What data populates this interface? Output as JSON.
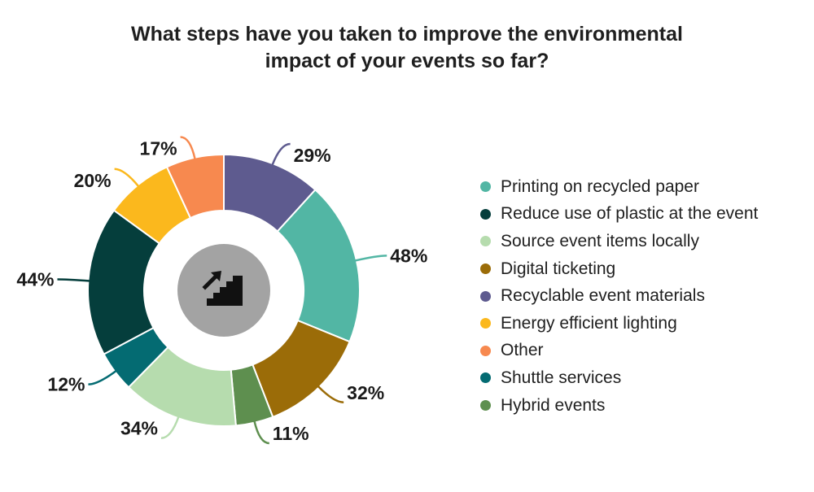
{
  "chart_data": {
    "type": "pie",
    "variant": "donut",
    "title": "What steps have you taken to improve the environmental impact of your events so far?",
    "title_lines": [
      "What steps have you taken to improve the environmental",
      "impact of your events so far?"
    ],
    "center_icon": "stairs-arrow-icon",
    "legend_position": "right",
    "slices": [
      {
        "name": "Recyclable event materials",
        "value": 29,
        "label": "29%",
        "color": "#5e5b8f"
      },
      {
        "name": "Printing on recycled paper",
        "value": 48,
        "label": "48%",
        "color": "#52b6a4"
      },
      {
        "name": "Digital ticketing",
        "value": 32,
        "label": "32%",
        "color": "#9b6c08"
      },
      {
        "name": "Hybrid events",
        "value": 11,
        "label": "11%",
        "color": "#5e8f4f"
      },
      {
        "name": "Source event items locally",
        "value": 34,
        "label": "34%",
        "color": "#b6dcae"
      },
      {
        "name": "Shuttle services",
        "value": 12,
        "label": "12%",
        "color": "#046b72"
      },
      {
        "name": "Reduce use of plastic at the event",
        "value": 44,
        "label": "44%",
        "color": "#053e3c"
      },
      {
        "name": "Energy efficient lighting",
        "value": 20,
        "label": "20%",
        "color": "#fbb81d"
      },
      {
        "name": "Other",
        "value": 17,
        "label": "17%",
        "color": "#f7894f"
      }
    ],
    "legend": [
      {
        "name": "Printing on recycled paper",
        "color": "#52b6a4"
      },
      {
        "name": "Reduce use of plastic at the event",
        "color": "#053e3c"
      },
      {
        "name": "Source event items locally",
        "color": "#b6dcae"
      },
      {
        "name": "Digital ticketing",
        "color": "#9b6c08"
      },
      {
        "name": "Recyclable event materials",
        "color": "#5e5b8f"
      },
      {
        "name": "Energy efficient lighting",
        "color": "#fbb81d"
      },
      {
        "name": "Other",
        "color": "#f7894f"
      },
      {
        "name": "Shuttle services",
        "color": "#046b72"
      },
      {
        "name": "Hybrid events",
        "color": "#5e8f4f"
      }
    ]
  }
}
